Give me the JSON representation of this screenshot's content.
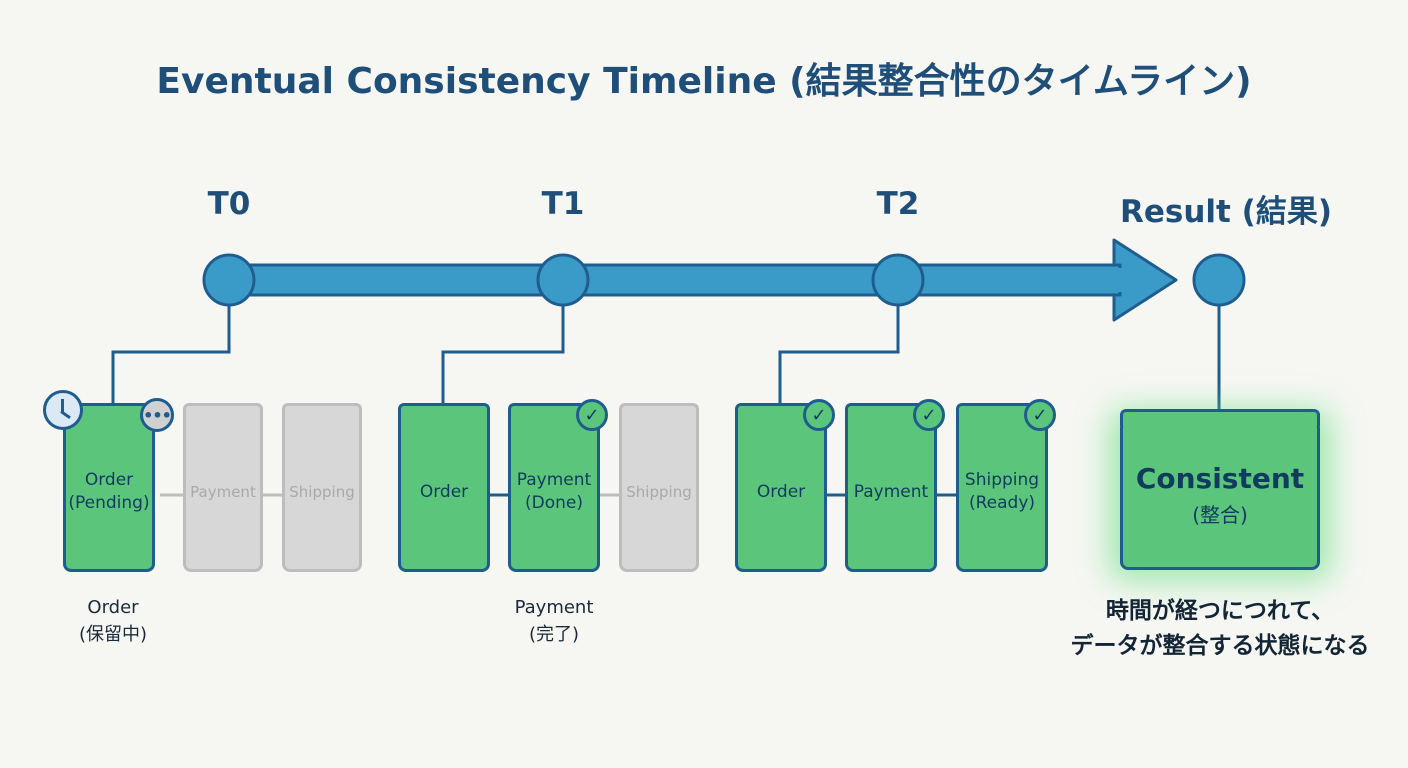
{
  "title": "Eventual Consistency Timeline (結果整合性のタイムライン)",
  "timeline": {
    "ticks": [
      {
        "label": "T0"
      },
      {
        "label": "T1"
      },
      {
        "label": "T2"
      },
      {
        "label": "Result (結果)"
      }
    ]
  },
  "stages": {
    "t0": {
      "order_line1": "Order",
      "order_line2": "(Pending)",
      "payment": "Payment",
      "shipping": "Shipping",
      "caption_line1": "Order",
      "caption_line2": "(保留中)"
    },
    "t1": {
      "order": "Order",
      "payment_line1": "Payment",
      "payment_line2": "(Done)",
      "shipping": "Shipping",
      "caption_line1": "Payment",
      "caption_line2": "(完了)"
    },
    "t2": {
      "order": "Order",
      "payment": "Payment",
      "shipping_line1": "Shipping",
      "shipping_line2": "(Ready)"
    }
  },
  "result": {
    "main": "Consistent",
    "sub": "(整合)",
    "summary_line1": "時間が経つにつれて、",
    "summary_line2": "データが整合する状態になる"
  },
  "icons": {
    "pending": "clock-icon",
    "in_progress": "ellipsis-icon",
    "done": "check-icon"
  },
  "colors": {
    "title": "#1f4e79",
    "timeline": "#3b9bc8",
    "outline": "#1f5d8f",
    "done": "#5cc57c",
    "not_started": "#d7d7d7"
  }
}
